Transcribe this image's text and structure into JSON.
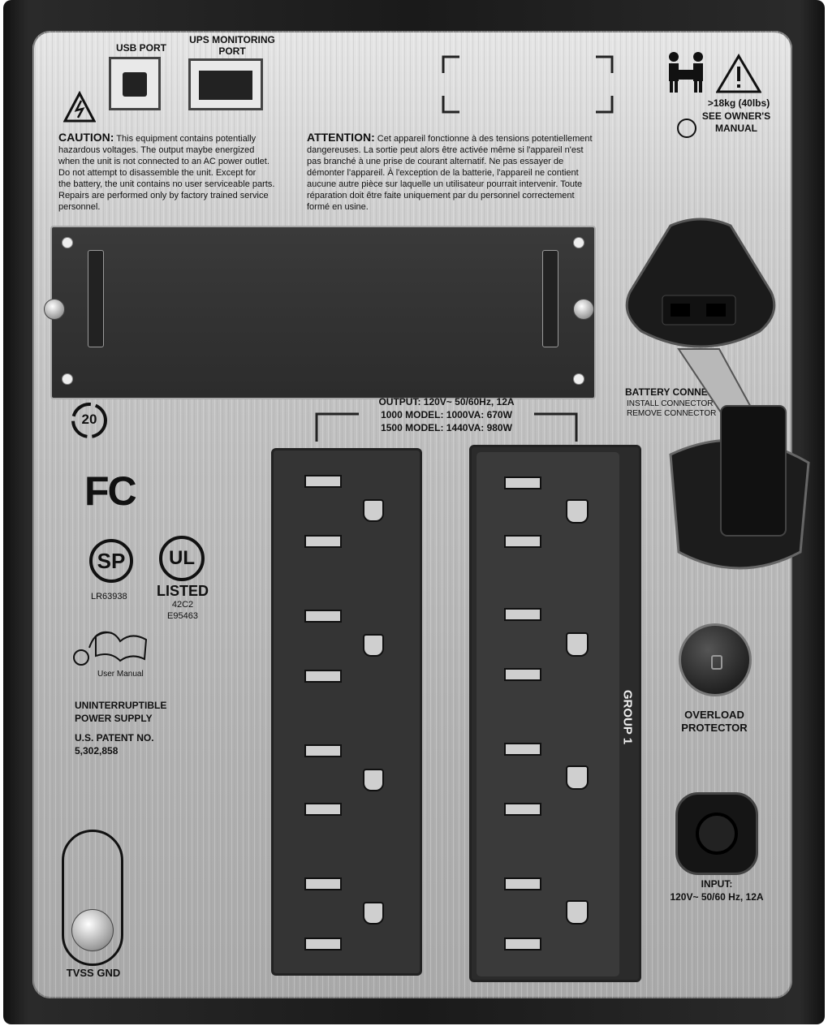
{
  "rear_panel": {
    "usb_port_label": "USB PORT",
    "ups_monitoring_label_line1": "UPS MONITORING",
    "ups_monitoring_label_line2": "PORT",
    "weight_label": ">18kg (40lbs)",
    "see_owners_line1": "SEE OWNER'S",
    "see_owners_line2": "MANUAL",
    "caution_heading": "CAUTION:",
    "caution_lines": [
      "This equipment contains potentially",
      "hazardous voltages. The output maybe energized",
      "when the unit is not connected to an AC power outlet.",
      "Do not attempt to disassemble the unit. Except for",
      "the battery, the unit contains no user serviceable parts.",
      "Repairs are performed only by factory trained service",
      "personnel."
    ],
    "attention_heading": "ATTENTION:",
    "attention_lines": [
      "Cet appareil fonctionne à des tensions potentiellement",
      "dangereuses. La sortie peut alors être activée même si l'appareil n'est",
      "pas branché à une prise de courant alternatif. Ne pas essayer de",
      "démonter l'appareil. À l'exception de la batterie, l'appareil ne contient",
      "aucune autre pièce sur laquelle un utilisateur pourrait intervenir. Toute",
      "réparation doit être faite uniquement par du personnel correctement",
      "formé en usine."
    ],
    "recycle_number": "20",
    "output_line1": "OUTPUT: 120V~ 50/60Hz, 12A",
    "output_line2": "1000 MODEL: 1000VA: 670W",
    "output_line3": "1500 MODEL: 1440VA: 980W",
    "battery_connector_label": "BATTERY CONNECTOR",
    "battery_install_text": "INSTALL CONNECTOR TO OPERATE",
    "battery_remove_text": "REMOVE CONNECTOR TO TRANSPORT",
    "fcc_mark": "FC",
    "csa_mark": "SP",
    "csa_number": "LR63938",
    "ul_mark": "UL",
    "ul_listed": "LISTED",
    "ul_code1": "42C2",
    "ul_code2": "E95463",
    "user_manual_label": "User Manual",
    "ups_type_line1": "UNINTERRUPTIBLE",
    "ups_type_line2": "POWER SUPPLY",
    "patent_line1": "U.S. PATENT NO.",
    "patent_line2": "5,302,858",
    "group_label": "GROUP 1",
    "overload_line1": "OVERLOAD",
    "overload_line2": "PROTECTOR",
    "input_line1": "INPUT:",
    "input_line2": "120V~ 50/60 Hz, 12A",
    "tvss_label": "TVSS GND"
  }
}
